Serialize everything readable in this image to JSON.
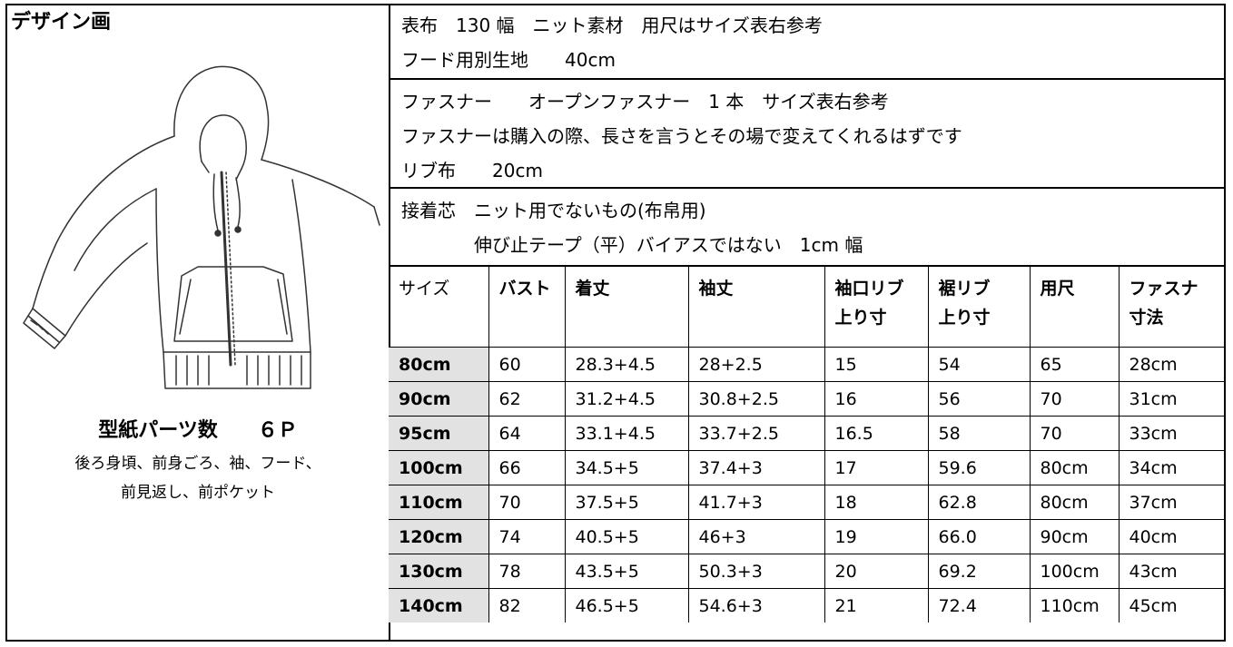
{
  "design": {
    "label": "デザイン画",
    "parts_title": "型紙パーツ数　　６Ｐ",
    "parts_line1": "後ろ身頃、前身ごろ、袖、フード、",
    "parts_line2": "前見返し、前ポケット"
  },
  "notes": {
    "fabric_line1": "表布　130 幅　ニット素材　用尺はサイズ表右参考",
    "fabric_line2": "フード用別生地　　40cm",
    "zipper_line1": "ファスナー　　オープンファスナー　1 本　サイズ表右参考",
    "zipper_line2": "ファスナーは購入の際、長さを言うとその場で変えてくれるはずです",
    "zipper_line3": "リブ布　　20cm",
    "interfacing_line1": "接着芯　ニット用でないもの(布帛用)",
    "interfacing_line2": "　　　　伸び止テープ（平）バイアスではない　1cm 幅"
  },
  "table": {
    "headers": [
      {
        "l1": "サイズ",
        "l2": ""
      },
      {
        "l1": "バスト",
        "l2": ""
      },
      {
        "l1": "着丈",
        "l2": ""
      },
      {
        "l1": "袖丈",
        "l2": ""
      },
      {
        "l1": "袖口リブ",
        "l2": "上り寸"
      },
      {
        "l1": "裾リブ",
        "l2": "上り寸"
      },
      {
        "l1": "用尺",
        "l2": ""
      },
      {
        "l1": "ファスナ",
        "l2": "寸法"
      }
    ],
    "rows": [
      [
        "80cm",
        "60",
        "28.3+4.5",
        "28+2.5",
        "15",
        "54",
        "65",
        "28cm"
      ],
      [
        "90cm",
        "62",
        "31.2+4.5",
        "30.8+2.5",
        "16",
        "56",
        "70",
        "31cm"
      ],
      [
        "95cm",
        "64",
        "33.1+4.5",
        "33.7+2.5",
        "16.5",
        "58",
        "70",
        "33cm"
      ],
      [
        "100cm",
        "66",
        "34.5+5",
        "37.4+3",
        "17",
        "59.6",
        "80cm",
        "34cm"
      ],
      [
        "110cm",
        "70",
        "37.5+5",
        "41.7+3",
        "18",
        "62.8",
        "80cm",
        "37cm"
      ],
      [
        "120cm",
        "74",
        "40.5+5",
        "46+3",
        "19",
        "66.0",
        "90cm",
        "40cm"
      ],
      [
        "130cm",
        "78",
        "43.5+5",
        "50.3+3",
        "20",
        "69.2",
        "100cm",
        "43cm"
      ],
      [
        "140cm",
        "82",
        "46.5+5",
        "54.6+3",
        "21",
        "72.4",
        "110cm",
        "45cm"
      ]
    ]
  }
}
